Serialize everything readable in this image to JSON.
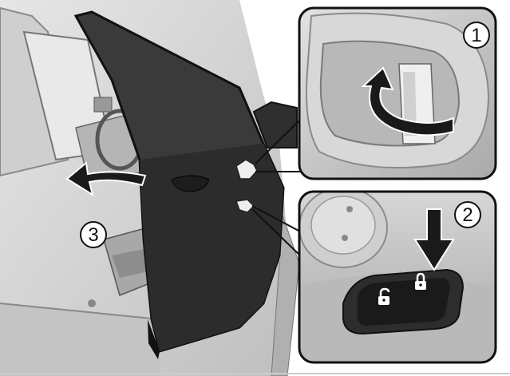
{
  "steps": [
    {
      "label": "1"
    },
    {
      "label": "2"
    },
    {
      "label": "3"
    }
  ],
  "colors": {
    "background": "#ffffff",
    "car_body": "#d9d9d9",
    "car_shade": "#bdbdbd",
    "door_panel": "#3a3a3a",
    "door_edge": "#111111",
    "inset_bg": "#c9c9c9",
    "inset_border": "#111111",
    "arrow": "#1a1a1a"
  },
  "icons": {
    "unlock_button": "unlock-icon",
    "lock_button": "lock-icon"
  }
}
